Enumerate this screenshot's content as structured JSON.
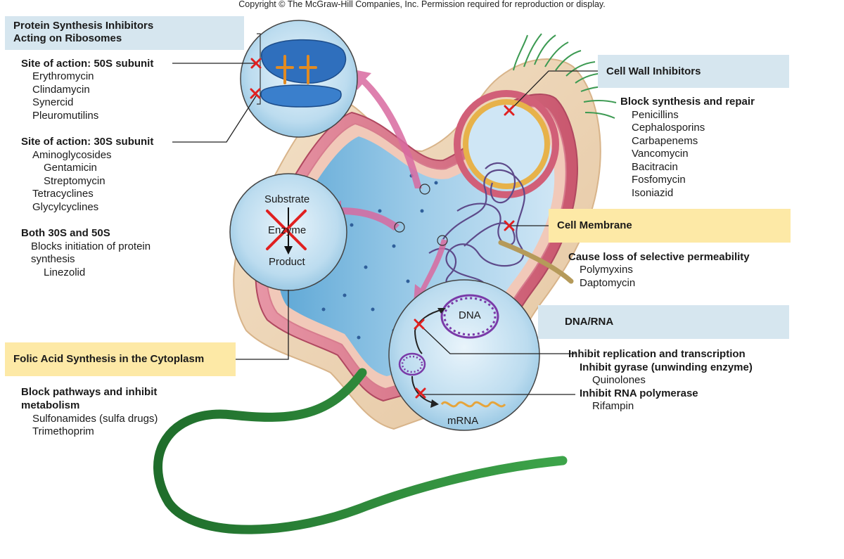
{
  "copyright": "Copyright © The McGraw-Hill Companies, Inc. Permission required for reproduction or display.",
  "protein_synthesis": {
    "heading_line1": "Protein Synthesis Inhibitors",
    "heading_line2": "Acting on Ribosomes",
    "site50s_title": "Site of action: 50S subunit",
    "site50s_drugs": [
      "Erythromycin",
      "Clindamycin",
      "Synercid",
      "Pleuromutilins"
    ],
    "site30s_title": "Site of action: 30S subunit",
    "site30s_drugs": [
      "Aminoglycosides",
      "Gentamicin",
      "Streptomycin",
      "Tetracyclines",
      "Glycylcyclines"
    ],
    "both_title": "Both 30S and 50S",
    "both_desc_line1": "Blocks initiation of protein",
    "both_desc_line2": "synthesis",
    "both_drug": "Linezolid"
  },
  "folic_acid": {
    "heading": "Folic Acid Synthesis in the Cytoplasm",
    "desc_line1": "Block pathways and inhibit",
    "desc_line2": "metabolism",
    "drugs": [
      "Sulfonamides (sulfa drugs)",
      "Trimethoprim"
    ]
  },
  "enzyme_inset": {
    "substrate": "Substrate",
    "enzyme": "Enzyme",
    "product": "Product"
  },
  "cell_wall": {
    "heading": "Cell Wall Inhibitors",
    "desc": "Block synthesis and repair",
    "drugs": [
      "Penicillins",
      "Cephalosporins",
      "Carbapenems",
      "Vancomycin",
      "Bacitracin",
      "Fosfomycin",
      "Isoniazid"
    ]
  },
  "cell_membrane": {
    "heading": "Cell Membrane",
    "desc": "Cause loss of selective permeability",
    "drugs": [
      "Polymyxins",
      "Daptomycin"
    ]
  },
  "dna_rna": {
    "heading": "DNA/RNA",
    "line1": "Inhibit replication and transcription",
    "line2": "Inhibit gyrase (unwinding enzyme)",
    "drug1": "Quinolones",
    "line3": "Inhibit RNA polymerase",
    "drug2": "Rifampin",
    "dna_label": "DNA",
    "mrna_label": "mRNA"
  },
  "colors": {
    "blue_box": "#d6e6ef",
    "yellow_box": "#fde9a6",
    "inhibit_x": "#e02020",
    "flagellum": "#2f8a3a",
    "arrow": "#d86aa0"
  }
}
